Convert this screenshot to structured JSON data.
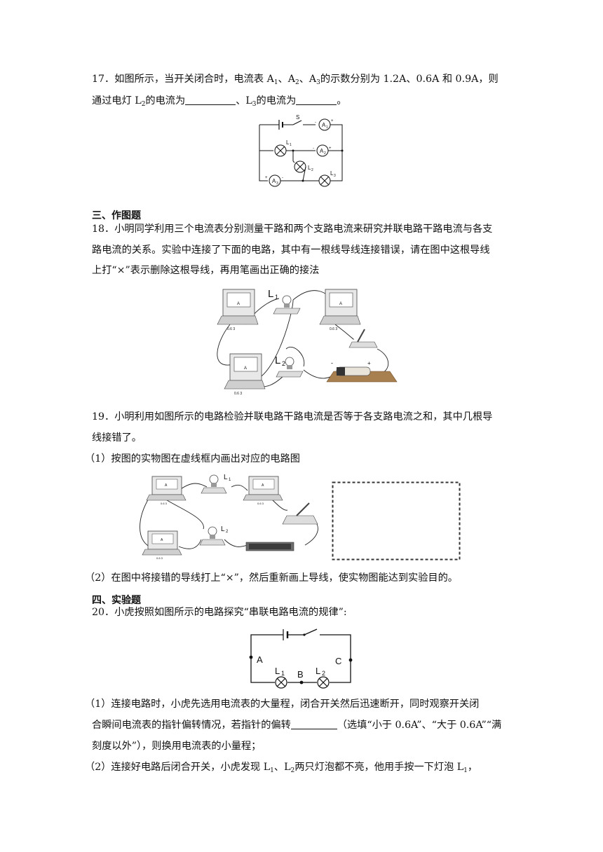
{
  "q17": {
    "line1_pre": "17．如图所示，当开关闭合时，电流表 A",
    "s1": "1",
    "sep1": "、A",
    "s2": "2",
    "sep2": "、A",
    "s3": "3",
    "line1_post": "的示数分别为 1.2A、0.6A 和 0.9A，则",
    "line2_pre": "通过电灯 L",
    "l2_sub": "2",
    "line2_mid": "的电流为",
    "line2_mid2": "、L",
    "l3_sub": "3",
    "line2_mid3": "的电流为",
    "line2_end": "。",
    "fig": {
      "switch": "S",
      "a1": "A",
      "a1_sub": "1",
      "a2": "A",
      "a2_sub": "2",
      "a3": "A",
      "a3_sub": "3",
      "l1": "L",
      "l1_sub": "1",
      "l2": "L",
      "l2_sub": "2",
      "l3": "L",
      "l3_sub": "3",
      "plus": "+",
      "minus": "-"
    }
  },
  "section3": {
    "title": "三、作图题"
  },
  "q18": {
    "line1": "18．小明同学利用三个电流表分别测量干路和两个支路电流来研究并联电路干路电流与各支",
    "line2": "路电流的关系。实验中连接了下面的电路，其中有一根线导线连接错误，请在图中这根导线",
    "line3": "上打“×”表示删除这根导线，再用笔画出正确的接法",
    "fig": {
      "l1": "L",
      "l1_sub": "1",
      "l2": "L",
      "l2_sub": "2",
      "meter_letter": "A",
      "meter_scale": "0.6  3",
      "minus": "-",
      "plus": "+"
    }
  },
  "q19": {
    "line1": "19．小明利用如图所示的电路检验并联电路干路电流是否等于各支路电流之和，其中几根导",
    "line2": "线接错了。",
    "part1": "（1）按图的实物图在虚线框内画出对应的电路图",
    "part2": "（2）在图中将接错的导线打上“×”，然后重新画上导线，使实物图能达到实验目的。",
    "fig": {
      "l1": "L",
      "l1_sub": "1",
      "l2": "L",
      "l2_sub": "2",
      "meter_letter": "A",
      "meter_scale": "0.6  3"
    }
  },
  "section4": {
    "title": "四、实验题"
  },
  "q20": {
    "intro": "20．小虎按照如图所示的电路探究“串联电路电流的规律”:",
    "fig": {
      "a": "A",
      "b": "B",
      "c": "C",
      "l1": "L",
      "l1_sub": "1",
      "l2": "L",
      "l2_sub": "2"
    },
    "p1_line1": "（1）连接电路时，小虎先选用电流表的大量程，闭合开关然后迅速断开，同时观察开关闭",
    "p1_line2": "合瞬间电流表的指针偏转情况，若指针的偏转",
    "p1_line2_post": "（选填“小于 0.6A”、“大于 0.6A”“满",
    "p1_line3": "刻度以外”），则换用电流表的小量程；",
    "p2_pre": "（2）连接好电路后闭合开关，小虎发现 L",
    "p2_s1": "1",
    "p2_mid": "、L",
    "p2_s2": "2",
    "p2_mid2": "两只灯泡都不亮，他用手按一下灯泡 L",
    "p2_s3": "1",
    "p2_end": "，"
  }
}
